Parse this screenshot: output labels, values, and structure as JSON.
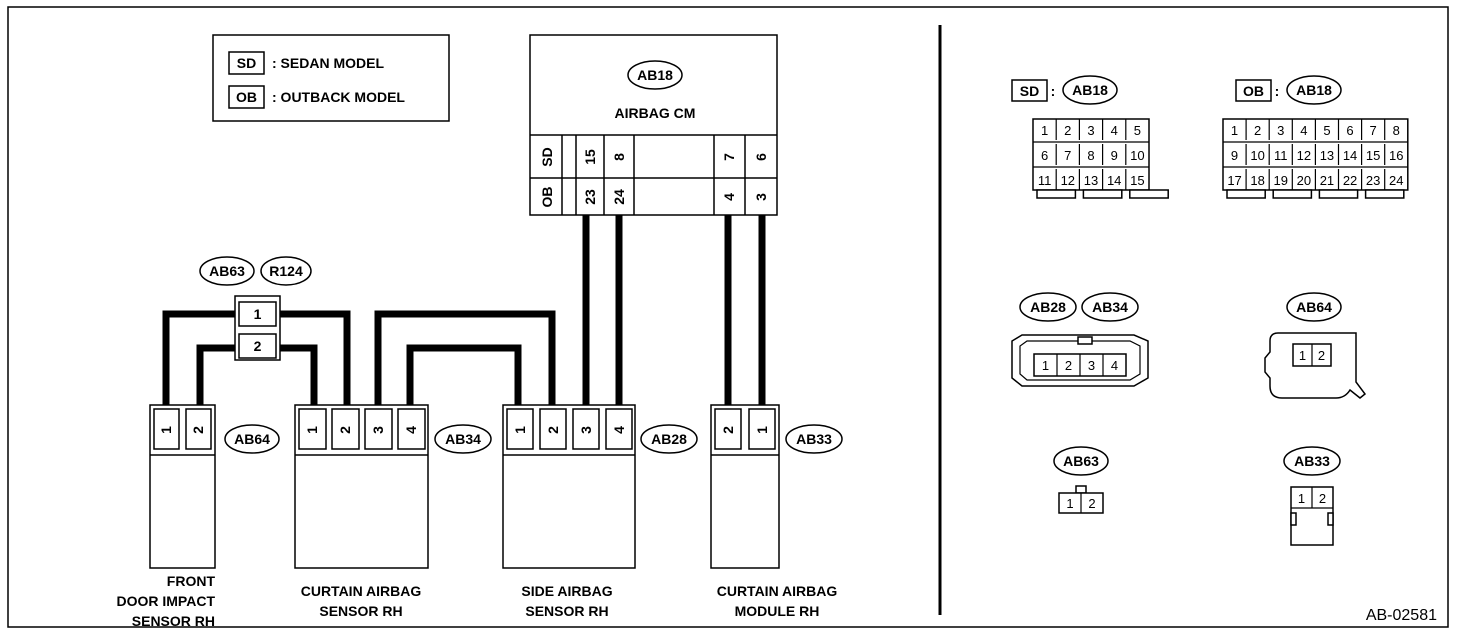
{
  "legend": {
    "sd_code": "SD",
    "sd_text": ": SEDAN MODEL",
    "ob_code": "OB",
    "ob_text": ": OUTBACK MODEL"
  },
  "tags": {
    "ab18": "AB18",
    "ab63": "AB63",
    "r124": "R124",
    "ab64": "AB64",
    "ab34": "AB34",
    "ab28": "AB28",
    "ab33": "AB33"
  },
  "airbag_cm": {
    "label": "AIRBAG CM",
    "sd_row": [
      "15",
      "8",
      "7",
      "6"
    ],
    "ob_row": [
      "23",
      "24",
      "4",
      "3"
    ]
  },
  "joint": {
    "pins": [
      "1",
      "2"
    ]
  },
  "components": {
    "front_door": {
      "line1": "FRONT",
      "line2": "DOOR IMPACT",
      "line3": "SENSOR RH",
      "pins": [
        "1",
        "2"
      ]
    },
    "curtain_sensor": {
      "line1": "CURTAIN AIRBAG",
      "line2": "SENSOR RH",
      "pins": [
        "1",
        "2",
        "3",
        "4"
      ]
    },
    "side_sensor": {
      "line1": "SIDE AIRBAG",
      "line2": "SENSOR RH",
      "pins": [
        "1",
        "2",
        "3",
        "4"
      ]
    },
    "curtain_module": {
      "line1": "CURTAIN AIRBAG",
      "line2": "MODULE RH",
      "pins": [
        "2",
        "1"
      ]
    }
  },
  "connector_views": {
    "colon": ":",
    "sd_ab18_rows": [
      [
        "1",
        "2",
        "3",
        "4",
        "5"
      ],
      [
        "6",
        "7",
        "8",
        "9",
        "10"
      ],
      [
        "11",
        "12",
        "13",
        "14",
        "15"
      ]
    ],
    "ob_ab18_rows": [
      [
        "1",
        "2",
        "3",
        "4",
        "5",
        "6",
        "7",
        "8"
      ],
      [
        "9",
        "10",
        "11",
        "12",
        "13",
        "14",
        "15",
        "16"
      ],
      [
        "17",
        "18",
        "19",
        "20",
        "21",
        "22",
        "23",
        "24"
      ]
    ],
    "ab28_ab34_pins": [
      "1",
      "2",
      "3",
      "4"
    ],
    "ab64_pins": [
      "1",
      "2"
    ],
    "ab63_pins": [
      "1",
      "2"
    ],
    "ab33_pins": [
      "1",
      "2"
    ]
  },
  "figure_id": "AB-02581"
}
